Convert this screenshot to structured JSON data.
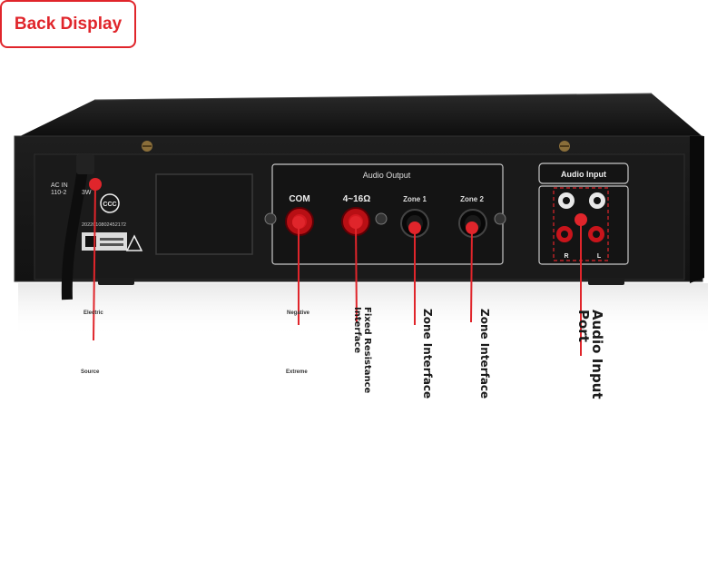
{
  "badge": {
    "label": "Back Display"
  },
  "panel": {
    "power": {
      "ac_in": "AC IN",
      "voltage": "110-2",
      "ccc_text": "CCC",
      "cert_number": "2022010802452172"
    },
    "audio_output": {
      "title": "Audio Output",
      "terminals": [
        "COM",
        "4~16Ω",
        "Zone 1",
        "Zone 2"
      ]
    },
    "audio_input": {
      "title": "Audio Input",
      "channels": [
        "R",
        "L"
      ]
    }
  },
  "annotations": {
    "electric": "Electric",
    "source": "Source",
    "negative": "Negative",
    "extreme": "Extreme",
    "fixed_resistance": "Fixed Resistance Interface",
    "zone1": "Zone Interface",
    "zone2": "Zone Interface",
    "audio_input_port": "Audio Input Port"
  },
  "colors": {
    "accent": "#e0252b",
    "chassis": "#151515"
  }
}
